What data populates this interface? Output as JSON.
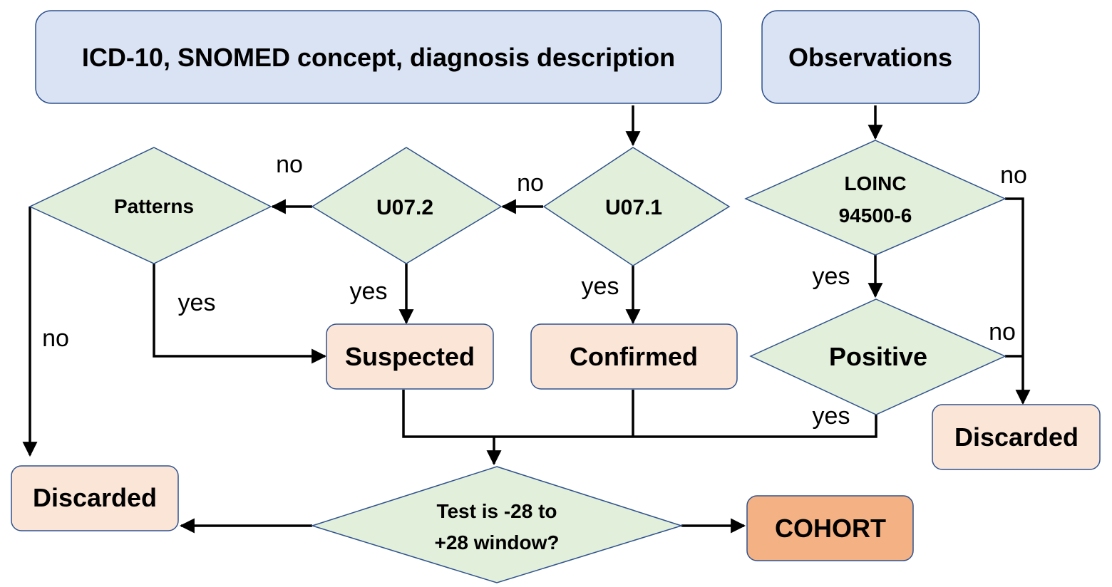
{
  "colors": {
    "source_fill": "#dae3f3",
    "decision_fill": "#e2efda",
    "outcome_fill": "#fbe5d6",
    "cohort_fill": "#f4b183",
    "outline": "#2f528f",
    "line": "#000000"
  },
  "nodes": {
    "source_diagnosis": "ICD-10, SNOMED concept, diagnosis description",
    "source_observations": "Observations",
    "decision_u071": "U07.1",
    "decision_u072": "U07.2",
    "decision_patterns": "Patterns",
    "decision_loinc_line1": "LOINC",
    "decision_loinc_line2": "94500-6",
    "decision_positive": "Positive",
    "outcome_suspected": "Suspected",
    "outcome_confirmed": "Confirmed",
    "outcome_discarded_left": "Discarded",
    "outcome_discarded_right": "Discarded",
    "decision_window_line1": "Test is -28 to",
    "decision_window_line2": "+28 window?",
    "outcome_cohort": "COHORT"
  },
  "edge_labels": {
    "u071_no": "no",
    "u072_no": "no",
    "patterns_no": "no",
    "loinc_no": "no",
    "positive_no": "no",
    "u071_yes": "yes",
    "u072_yes": "yes",
    "patterns_yes": "yes",
    "loinc_yes": "yes",
    "positive_yes": "yes"
  }
}
